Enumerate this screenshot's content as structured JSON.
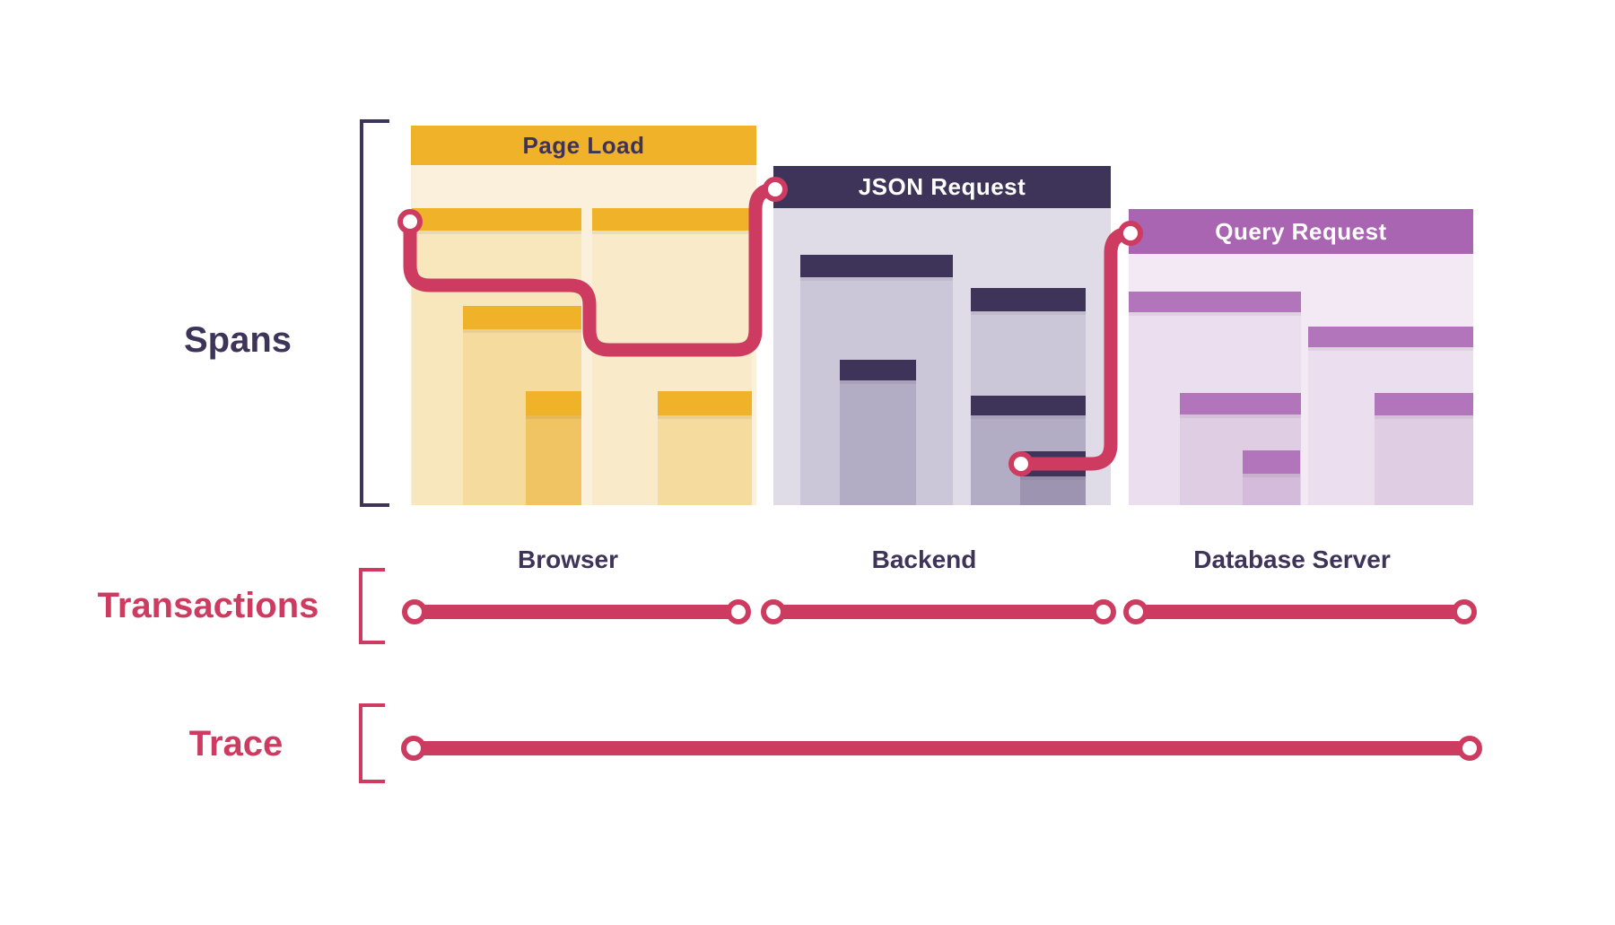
{
  "labels": {
    "spans": "Spans",
    "transactions": "Transactions",
    "trace": "Trace"
  },
  "services": [
    {
      "name": "Browser",
      "transaction": "Page Load"
    },
    {
      "name": "Backend",
      "transaction": "JSON Request"
    },
    {
      "name": "Database Server",
      "transaction": "Query Request"
    }
  ],
  "colors": {
    "navy": "#3E3459",
    "crimson": "#CD3C60",
    "amber": "#EFB229",
    "cream": "#FAF0DC",
    "amber-t1": "#F8E6BD",
    "amber-t1b": "#F9EACA",
    "amber-t2": "#F6DB9E",
    "amber-t3": "#F0C462",
    "backend-bg": "#DFDCE7",
    "backend-t1": "#CBC6D8",
    "backend-t2": "#B3ACC5",
    "backend-t3": "#9C94B1",
    "purple-header": "#A965B2",
    "purple-bar": "#B274BA",
    "purple-bg": "#F3E9F4",
    "purple-t1": "#EBDEEE",
    "purple-t2": "#DFCDE4",
    "purple-t3": "#D4BBDB",
    "header-text-light": "#FFFFFF"
  }
}
